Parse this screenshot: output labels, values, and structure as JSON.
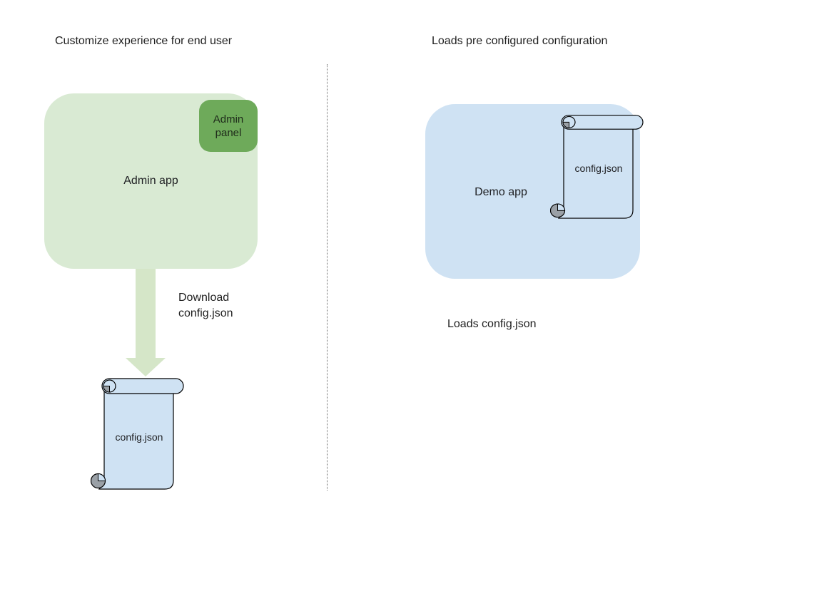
{
  "left_panel": {
    "title": "Customize experience for end user",
    "admin_app": {
      "label": "Admin app",
      "fill": "#d9ead3"
    },
    "admin_panel": {
      "label": "Admin panel",
      "fill": "#6eaa5a"
    },
    "download_arrow_fill": "#d5e6c8",
    "download_caption": "Download config.json",
    "config_file": {
      "label": "config.json",
      "fill": "#cfe2f3"
    }
  },
  "right_panel": {
    "title": "Loads pre configured configuration",
    "demo_app": {
      "label": "Demo app",
      "fill": "#cfe2f3"
    },
    "config_file": {
      "label": "config.json",
      "fill": "#cfe2f3"
    },
    "caption": "Loads config.json"
  },
  "divider": {
    "color": "#707070",
    "style": "dotted"
  },
  "scroll_curl_color": "#9aa0a6",
  "scroll_outline_color": "#000000"
}
